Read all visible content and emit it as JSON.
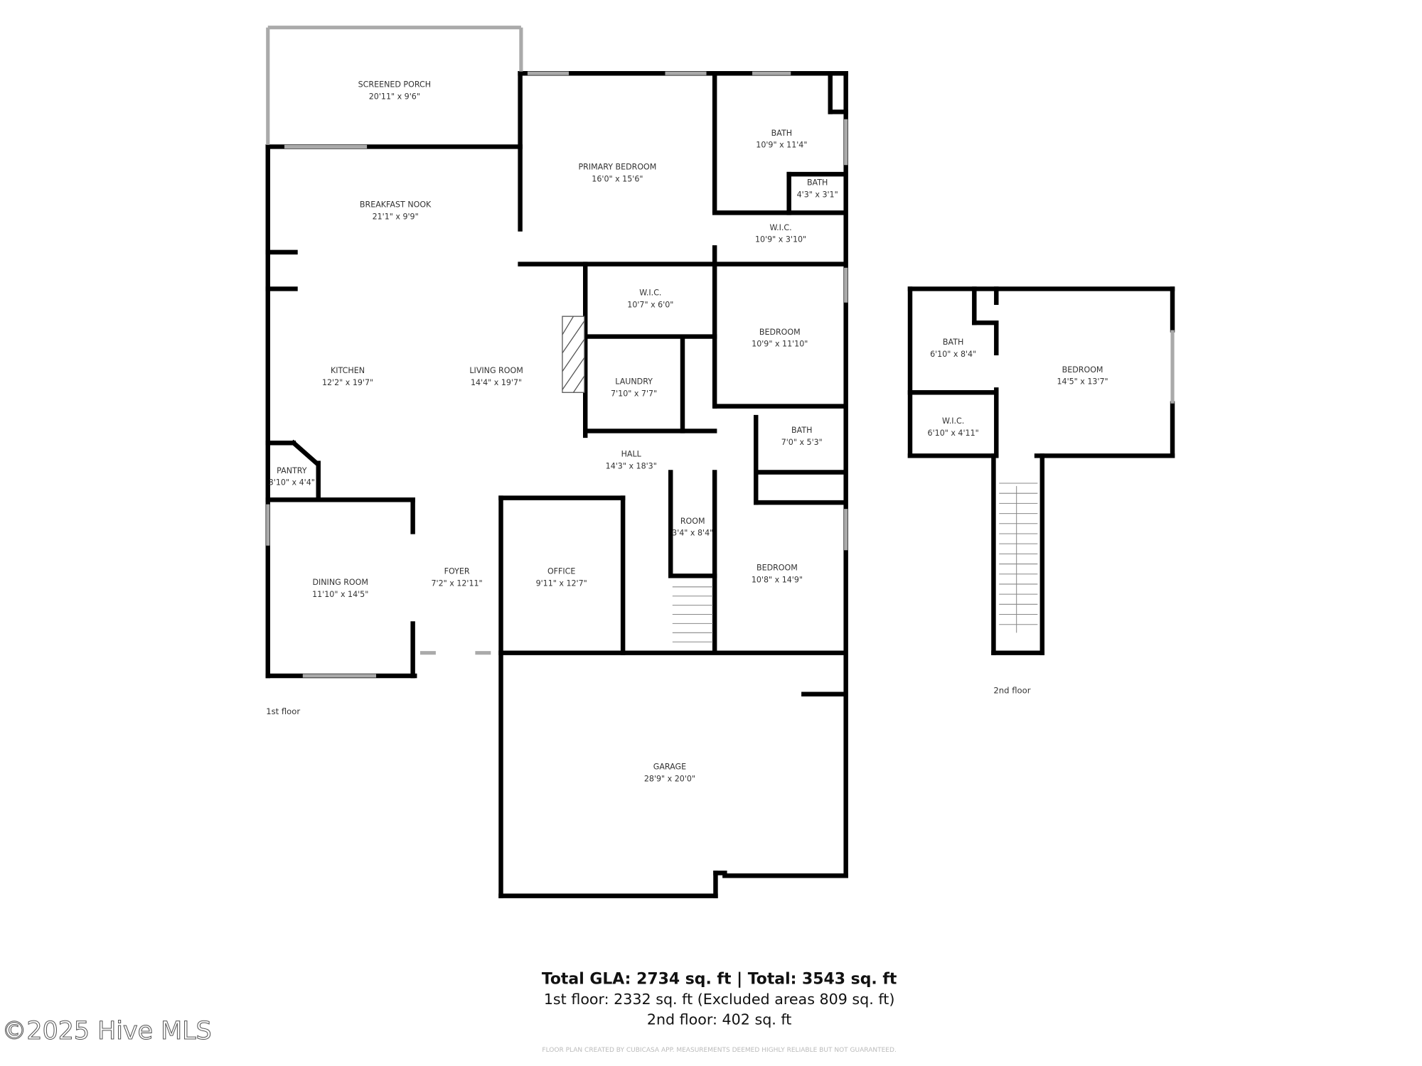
{
  "floor1": {
    "label": "1st floor",
    "rooms": [
      {
        "name": "SCREENED PORCH",
        "dim": "20'11\" x 9'6\""
      },
      {
        "name": "PRIMARY BEDROOM",
        "dim": "16'0\" x 15'6\""
      },
      {
        "name": "BATH",
        "dim": "10'9\" x 11'4\""
      },
      {
        "name": "BATH",
        "dim": "4'3\" x 3'1\""
      },
      {
        "name": "W.I.C.",
        "dim": "10'9\" x 3'10\""
      },
      {
        "name": "BREAKFAST NOOK",
        "dim": "21'1\" x 9'9\""
      },
      {
        "name": "W.I.C.",
        "dim": "10'7\" x 6'0\""
      },
      {
        "name": "BEDROOM",
        "dim": "10'9\" x 11'10\""
      },
      {
        "name": "KITCHEN",
        "dim": "12'2\" x 19'7\""
      },
      {
        "name": "LIVING ROOM",
        "dim": "14'4\" x 19'7\""
      },
      {
        "name": "LAUNDRY",
        "dim": "7'10\" x 7'7\""
      },
      {
        "name": "BATH",
        "dim": "7'0\" x 5'3\""
      },
      {
        "name": "HALL",
        "dim": "14'3\" x 18'3\""
      },
      {
        "name": "PANTRY",
        "dim": "3'10\" x 4'4\""
      },
      {
        "name": "ROOM",
        "dim": "3'4\" x 8'4\""
      },
      {
        "name": "DINING ROOM",
        "dim": "11'10\" x 14'5\""
      },
      {
        "name": "FOYER",
        "dim": "7'2\" x 12'11\""
      },
      {
        "name": "OFFICE",
        "dim": "9'11\" x 12'7\""
      },
      {
        "name": "BEDROOM",
        "dim": "10'8\" x 14'9\""
      },
      {
        "name": "GARAGE",
        "dim": "28'9\" x 20'0\""
      }
    ]
  },
  "floor2": {
    "label": "2nd floor",
    "rooms": [
      {
        "name": "BATH",
        "dim": "6'10\" x 8'4\""
      },
      {
        "name": "BEDROOM",
        "dim": "14'5\" x 13'7\""
      },
      {
        "name": "W.I.C.",
        "dim": "6'10\" x 4'11\""
      }
    ]
  },
  "summary": {
    "total": "Total GLA: 2734 sq. ft | Total: 3543 sq. ft",
    "floor1": "1st floor: 2332 sq. ft (Excluded areas 809 sq. ft)",
    "floor2": "2nd floor: 402 sq. ft",
    "disclaimer": "FLOOR PLAN CREATED BY CUBICASA APP. MEASUREMENTS DEEMED HIGHLY RELIABLE BUT NOT GUARANTEED."
  },
  "watermark": "©2025 Hive MLS",
  "colors": {
    "wall": "#000000",
    "window": "#bbbbbb",
    "text": "#333333"
  }
}
